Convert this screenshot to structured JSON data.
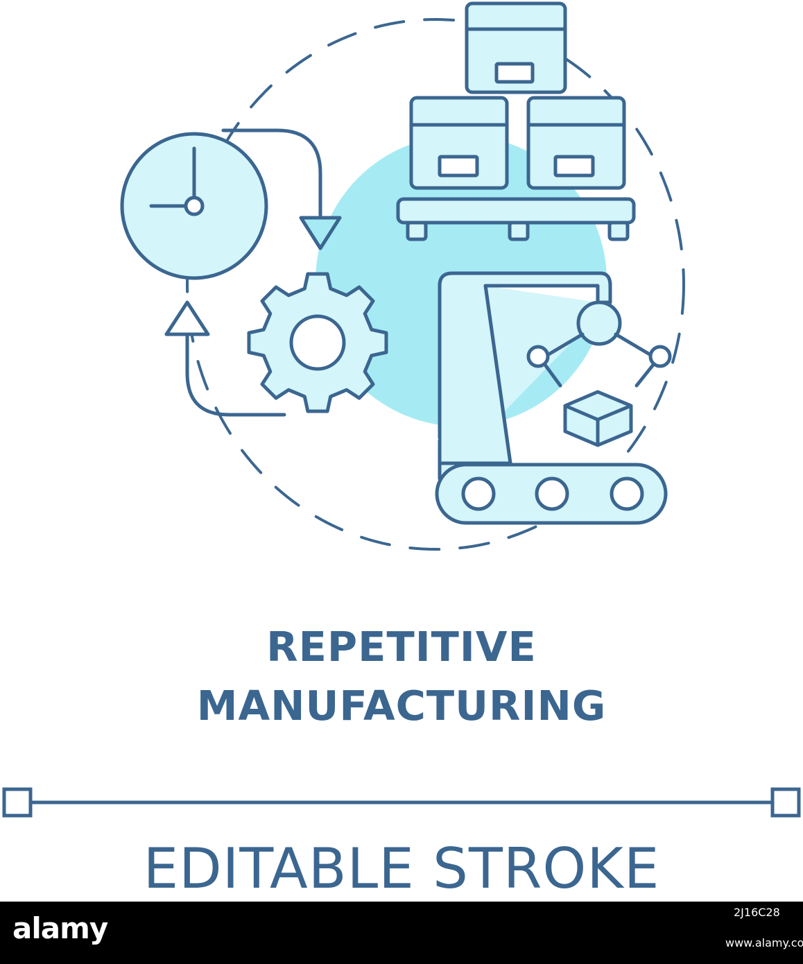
{
  "title": {
    "line1": "REPETITIVE",
    "line2": "MANUFACTURING"
  },
  "editable_label": "EDITABLE STROKE",
  "footer": {
    "brand": "alamy",
    "image_id": "2J16C28",
    "url": "www.alamy.com"
  },
  "watermark": "alamy",
  "colors": {
    "stroke": "#3b6690",
    "fill": "#a6ebf3",
    "accent_fill": "#d4f5f9",
    "background": "#ffffff",
    "footer_bg": "#000000"
  },
  "icons": [
    "clock-icon",
    "gear-icon",
    "boxes-stack-icon",
    "robot-arm-icon",
    "conveyor-belt-icon",
    "cube-icon",
    "cycle-arrow-icon"
  ]
}
